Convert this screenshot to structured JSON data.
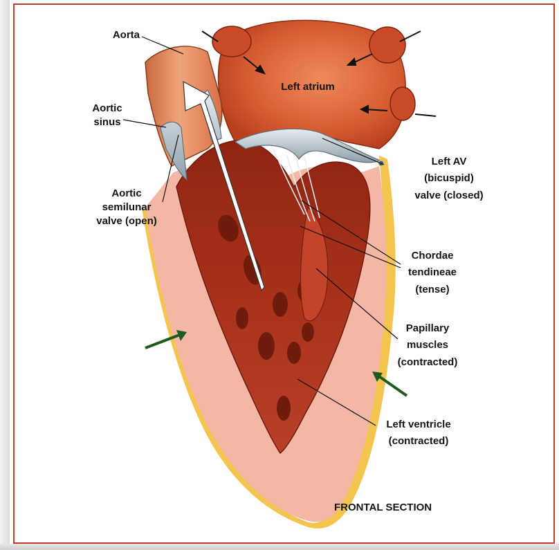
{
  "labels": {
    "aorta": "Aorta",
    "left_atrium": "Left atrium",
    "aortic_sinus_1": "Aortic",
    "aortic_sinus_2": "sinus",
    "aortic_valve_1": "Aortic",
    "aortic_valve_2": "semilunar",
    "aortic_valve_3": "valve (open)",
    "left_av_1": "Left AV",
    "left_av_2": "(bicuspid)",
    "left_av_3": "valve (closed)",
    "chordae_1": "Chordae",
    "chordae_2": "tendineae",
    "chordae_3": "(tense)",
    "papillary_1": "Papillary",
    "papillary_2": "muscles",
    "papillary_3": "(contracted)",
    "lv_1": "Left ventricle",
    "lv_2": "(contracted)",
    "section": "FRONTAL SECTION"
  },
  "colors": {
    "frame_border": "#c0392b",
    "myocardium": "#f4b7a6",
    "cavity": "#a8321b",
    "atrium": "#d45a30",
    "aorta": "#e58a5c",
    "valve": "#b8c4cc",
    "epicardium": "#f3c550",
    "contraction_arrow": "#1f5a1f",
    "blood_flow_arrow": "#ffffff"
  }
}
